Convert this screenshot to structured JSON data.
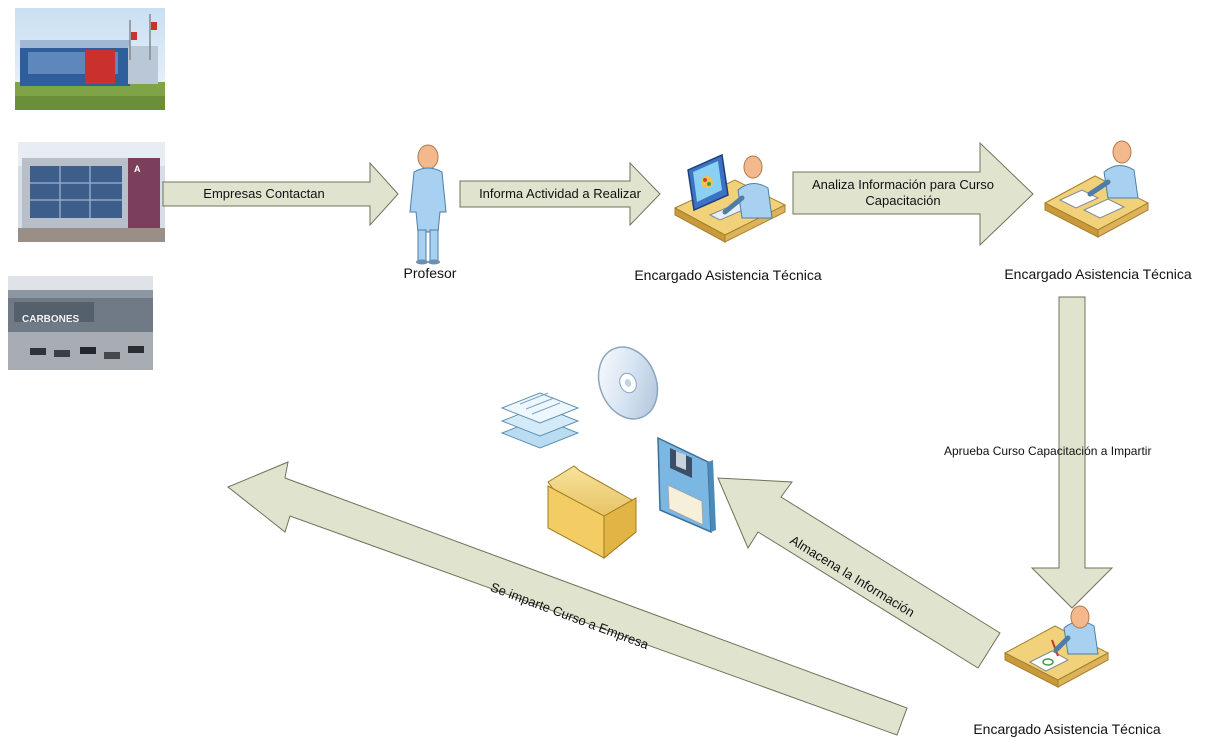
{
  "flow": {
    "arrow_labels": {
      "contact": "Empresas Contactan",
      "inform": "Informa Actividad a Realizar",
      "analyze_line1": "Analiza Información para Curso",
      "analyze_line2": "Capacitación",
      "approve": "Aprueba Curso Capacitación a Impartir",
      "store": "Almacena la Información",
      "deliver": "Se imparte Curso a Empresa"
    },
    "actors": {
      "teacher": "Profesor",
      "tech_1": "Encargado Asistencia Técnica",
      "tech_2": "Encargado Asistencia Técnica",
      "tech_3": "Encargado Asistencia Técnica"
    },
    "building_signs": {
      "building_2": "A",
      "building_3": "CARBONES"
    }
  },
  "colors": {
    "arrow_fill": "#e0e4cf",
    "arrow_stroke": "#6e7358",
    "person_blue": "#a8d0f0",
    "skin": "#f3b98d",
    "desk": "#f1d27a"
  }
}
